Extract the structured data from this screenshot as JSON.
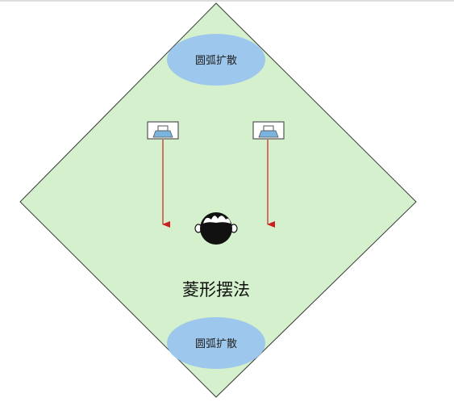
{
  "diagram": {
    "title": "菱形摆法",
    "top_zone_label": "圆弧扩散",
    "bottom_zone_label": "圆弧扩散",
    "colors": {
      "room_fill": "#d4f0cc",
      "room_stroke": "#3a3a3a",
      "diffusion_fill": "#9ec7ee",
      "speaker_fill": "#ffffff",
      "speaker_stroke": "#555555",
      "speaker_cone": "#7ab3dd",
      "arrow": "#cc1f1f",
      "listener": "#111111"
    },
    "icons": {
      "left_speaker": "speaker-icon",
      "right_speaker": "speaker-icon",
      "listener": "listener-head-icon"
    }
  }
}
